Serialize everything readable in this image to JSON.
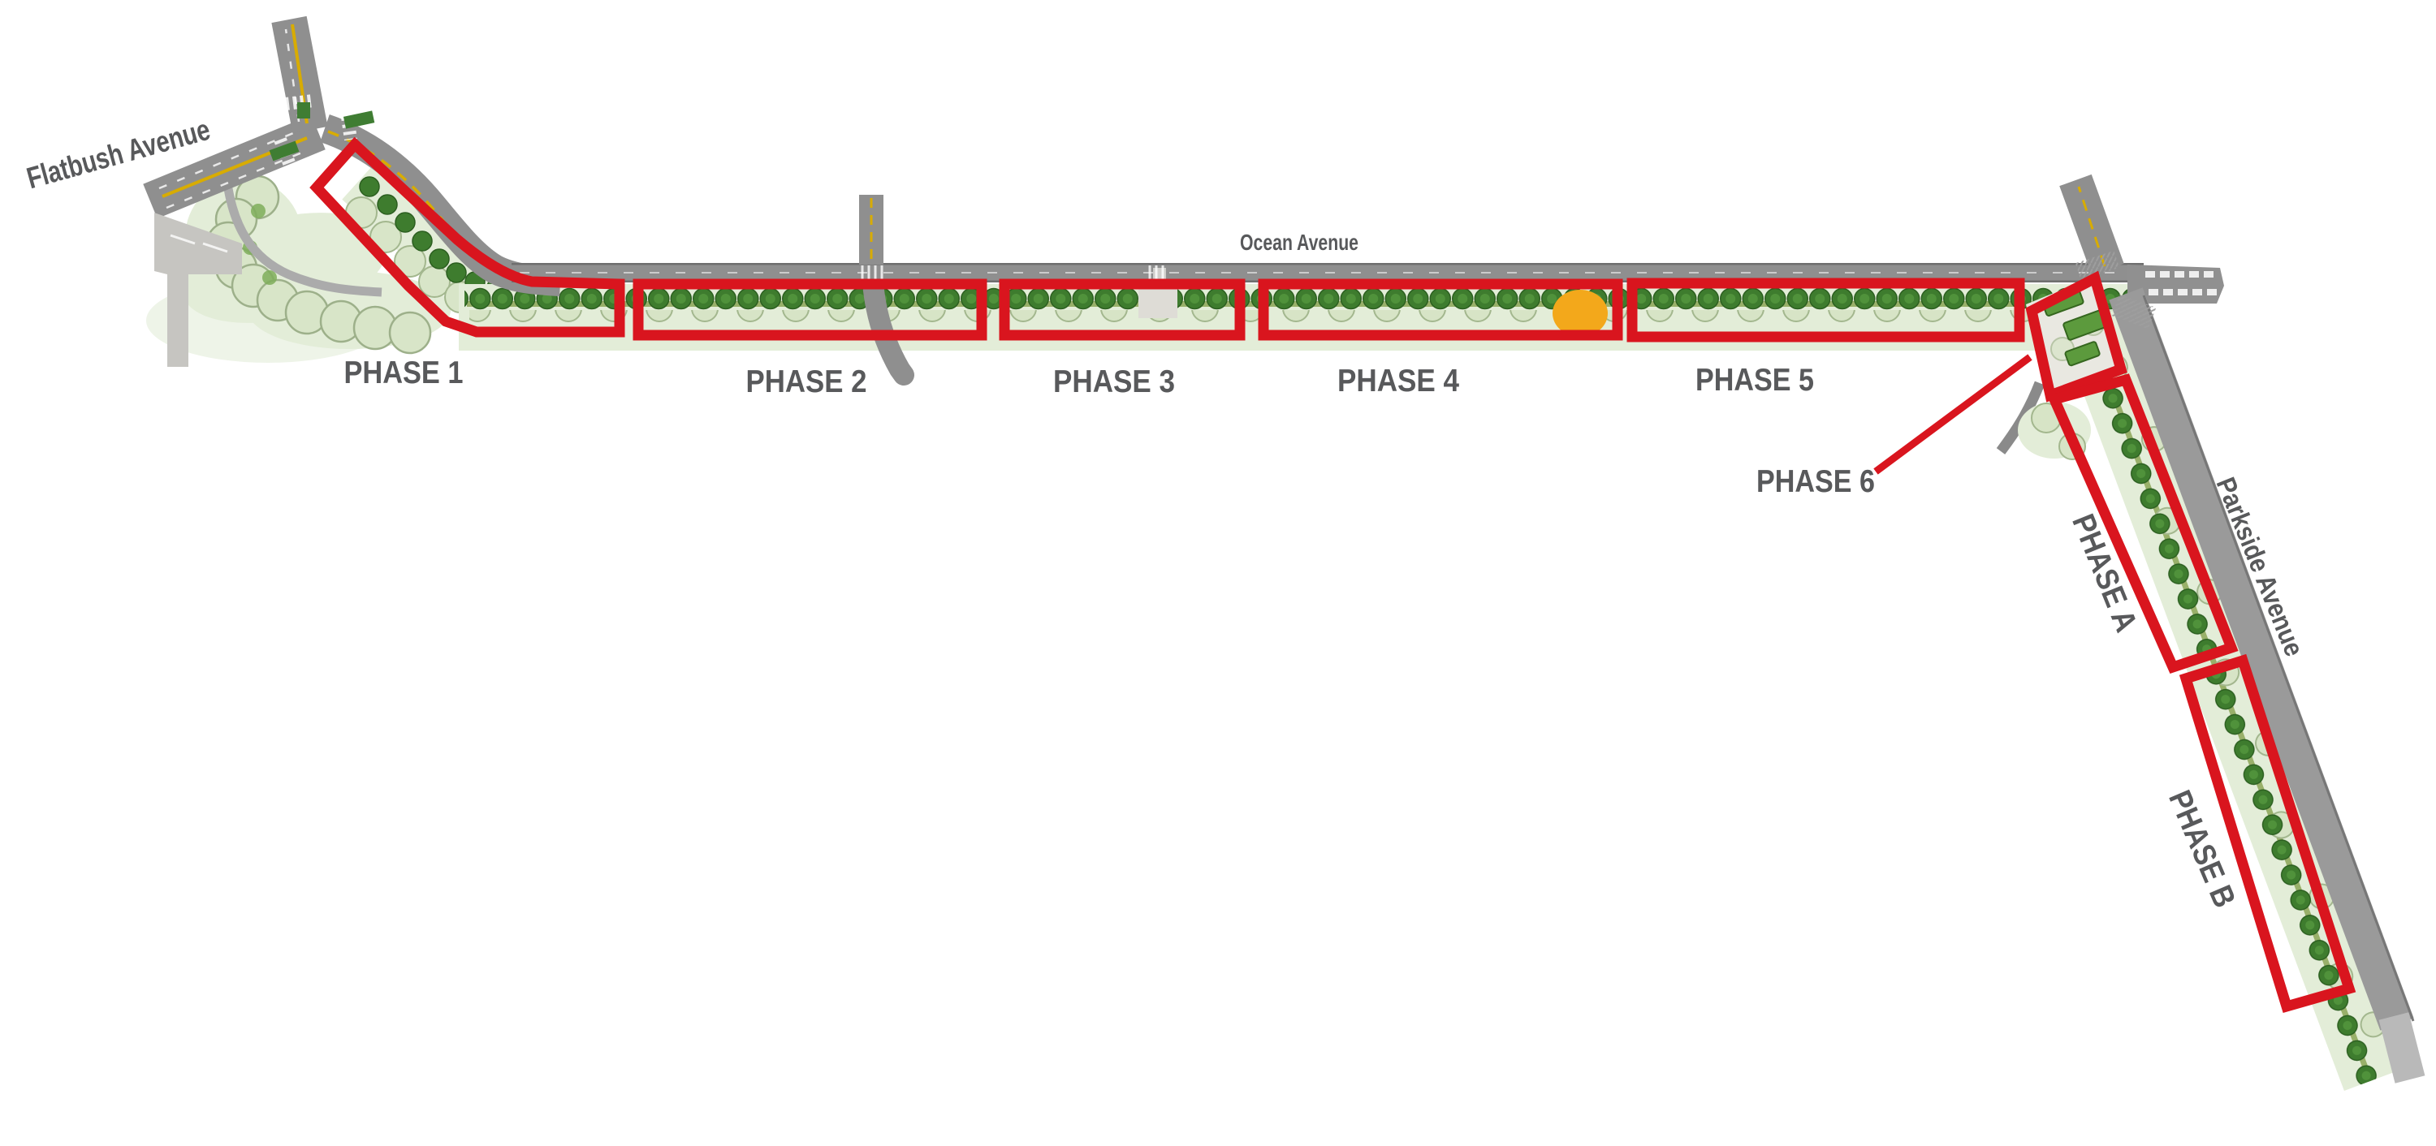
{
  "map": {
    "streets": {
      "flatbush": "Flatbush Avenue",
      "ocean": "Ocean Avenue",
      "parkside": "Parkside Avenue"
    },
    "phases": [
      {
        "id": "phase-1",
        "label": "PHASE 1"
      },
      {
        "id": "phase-2",
        "label": "PHASE 2"
      },
      {
        "id": "phase-3",
        "label": "PHASE 3"
      },
      {
        "id": "phase-4",
        "label": "PHASE 4"
      },
      {
        "id": "phase-5",
        "label": "PHASE 5"
      },
      {
        "id": "phase-6",
        "label": "PHASE 6"
      },
      {
        "id": "phase-a",
        "label": "PHASE A"
      },
      {
        "id": "phase-b",
        "label": "PHASE B"
      }
    ],
    "colors": {
      "phase_outline_red": "#d9151e",
      "highlight_orange": "#f3a81b",
      "label_gray": "#58595b",
      "road_gray": "#8f8f8f",
      "tree_green": "#3e7c2e",
      "planting_wash_green": "#e3edd8"
    }
  }
}
